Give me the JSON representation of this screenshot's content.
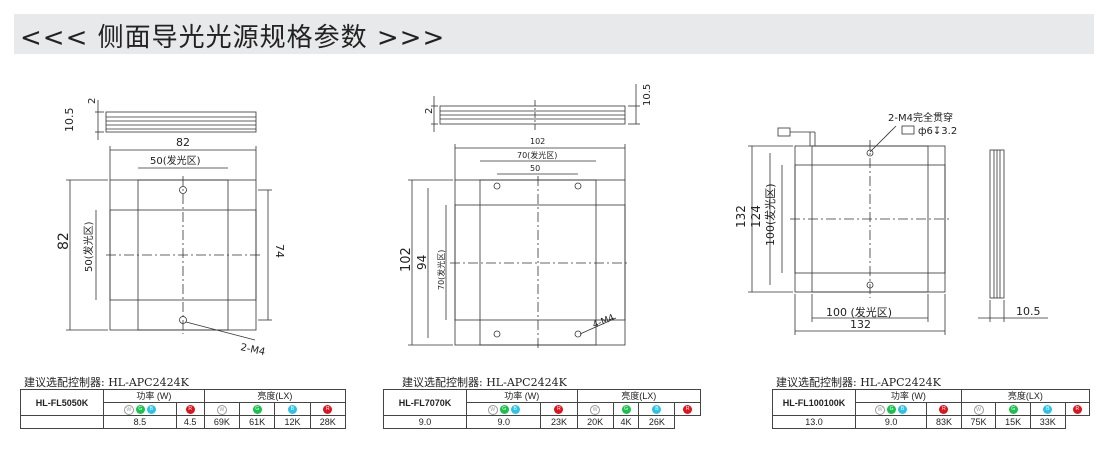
{
  "title": "<<<  侧面导光光源规格参数  >>>",
  "products": [
    {
      "model": "HL-FL5050K",
      "controller": "建议选配控制器: HL-APC2424K",
      "header_power": "功率 (W)",
      "header_lux": "亮度(LX)",
      "power": [
        "8.5",
        "4.5"
      ],
      "lux": [
        "69K",
        "61K",
        "12K",
        "28K"
      ],
      "dims": {
        "top_h": "2",
        "top_h2": "10.5",
        "width": "82",
        "window": "50(发光区)",
        "height": "82",
        "window_v": "50(发光区)",
        "pitch": "74",
        "hole": "2-M4"
      }
    },
    {
      "model": "HL-FL7070K",
      "controller": "建议选配控制器: HL-APC2424K",
      "header_power": "功率 (W)",
      "header_lux": "亮度(LX)",
      "power": [
        "9.0",
        "9.0"
      ],
      "lux": [
        "23K",
        "20K",
        "4K",
        "26K"
      ],
      "dims": {
        "top_h": "2",
        "top_h2": "10.5",
        "width": "102",
        "window": "70(发光区)",
        "pitch": "50",
        "height": "102",
        "inner": "94",
        "window_v": "70(发光区)",
        "hole": "4-M4"
      }
    },
    {
      "model": "HL-FL100100K",
      "controller": "建议选配控制器: HL-APC2424K",
      "header_power": "功率 (W)",
      "header_lux": "亮度(LX)",
      "power": [
        "13.0",
        "9.0"
      ],
      "lux": [
        "83K",
        "75K",
        "15K",
        "33K"
      ],
      "dims": {
        "hole_note": "2-M4完全贯穿",
        "hole_depth": "ф6↧3.2",
        "height": "132",
        "inner": "124",
        "window_v": "100(发光区)",
        "window": "100 (发光区)",
        "width": "132",
        "side": "10.5"
      }
    }
  ],
  "led_icons": [
    "W",
    "G",
    "B",
    "R"
  ]
}
